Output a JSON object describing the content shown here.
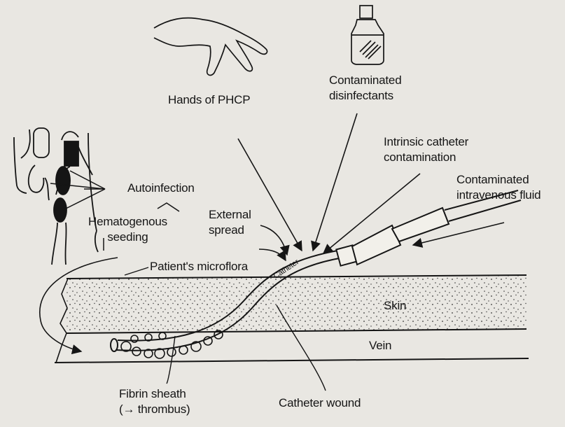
{
  "labels": {
    "hands": "Hands of  PHCP",
    "contaminated_disinfectants": "Contaminated\ndisinfectants",
    "intrinsic_contamination": "Intrinsic catheter\ncontamination",
    "contaminated_fluid": "Contaminated\nintravenous fluid",
    "autoinfection": "Autoinfection",
    "external_spread": "External\nspread",
    "hematogenous_seeding": "Hematogenous\nseeding",
    "patients_microflora": "Patient's microflora",
    "catheter": "Catheter",
    "skin": "Skin",
    "vein": "Vein",
    "fibrin_sheath": "Fibrin sheath\n(→ thrombus)",
    "catheter_wound": "Catheter wound"
  },
  "colors": {
    "ink": "#151515",
    "paper": "#e9e7e2",
    "skin_fill": "#f2f0ea"
  }
}
